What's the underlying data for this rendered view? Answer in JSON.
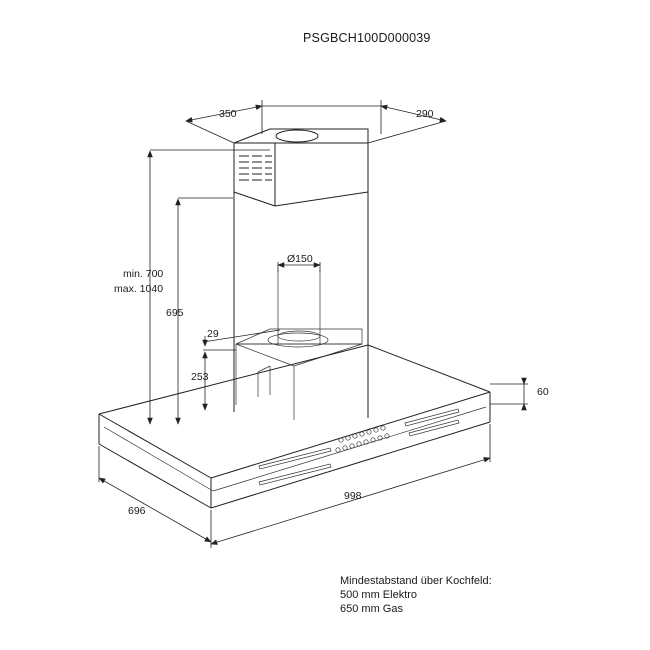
{
  "model_code": "PSGBCH100D000039",
  "dimensions": {
    "chimney_width": "350",
    "chimney_depth": "290",
    "height_min": "min. 700",
    "height_max": "max. 1040",
    "mount_height": "695",
    "duct_diameter": "Ø150",
    "motor_offset": "29",
    "motor_height": "253",
    "canopy_thickness": "60",
    "canopy_width": "998",
    "canopy_depth": "696"
  },
  "notes": {
    "title": "Mindestabstand über Kochfeld:",
    "electric": "500 mm Elektro",
    "gas": "650 mm Gas"
  }
}
